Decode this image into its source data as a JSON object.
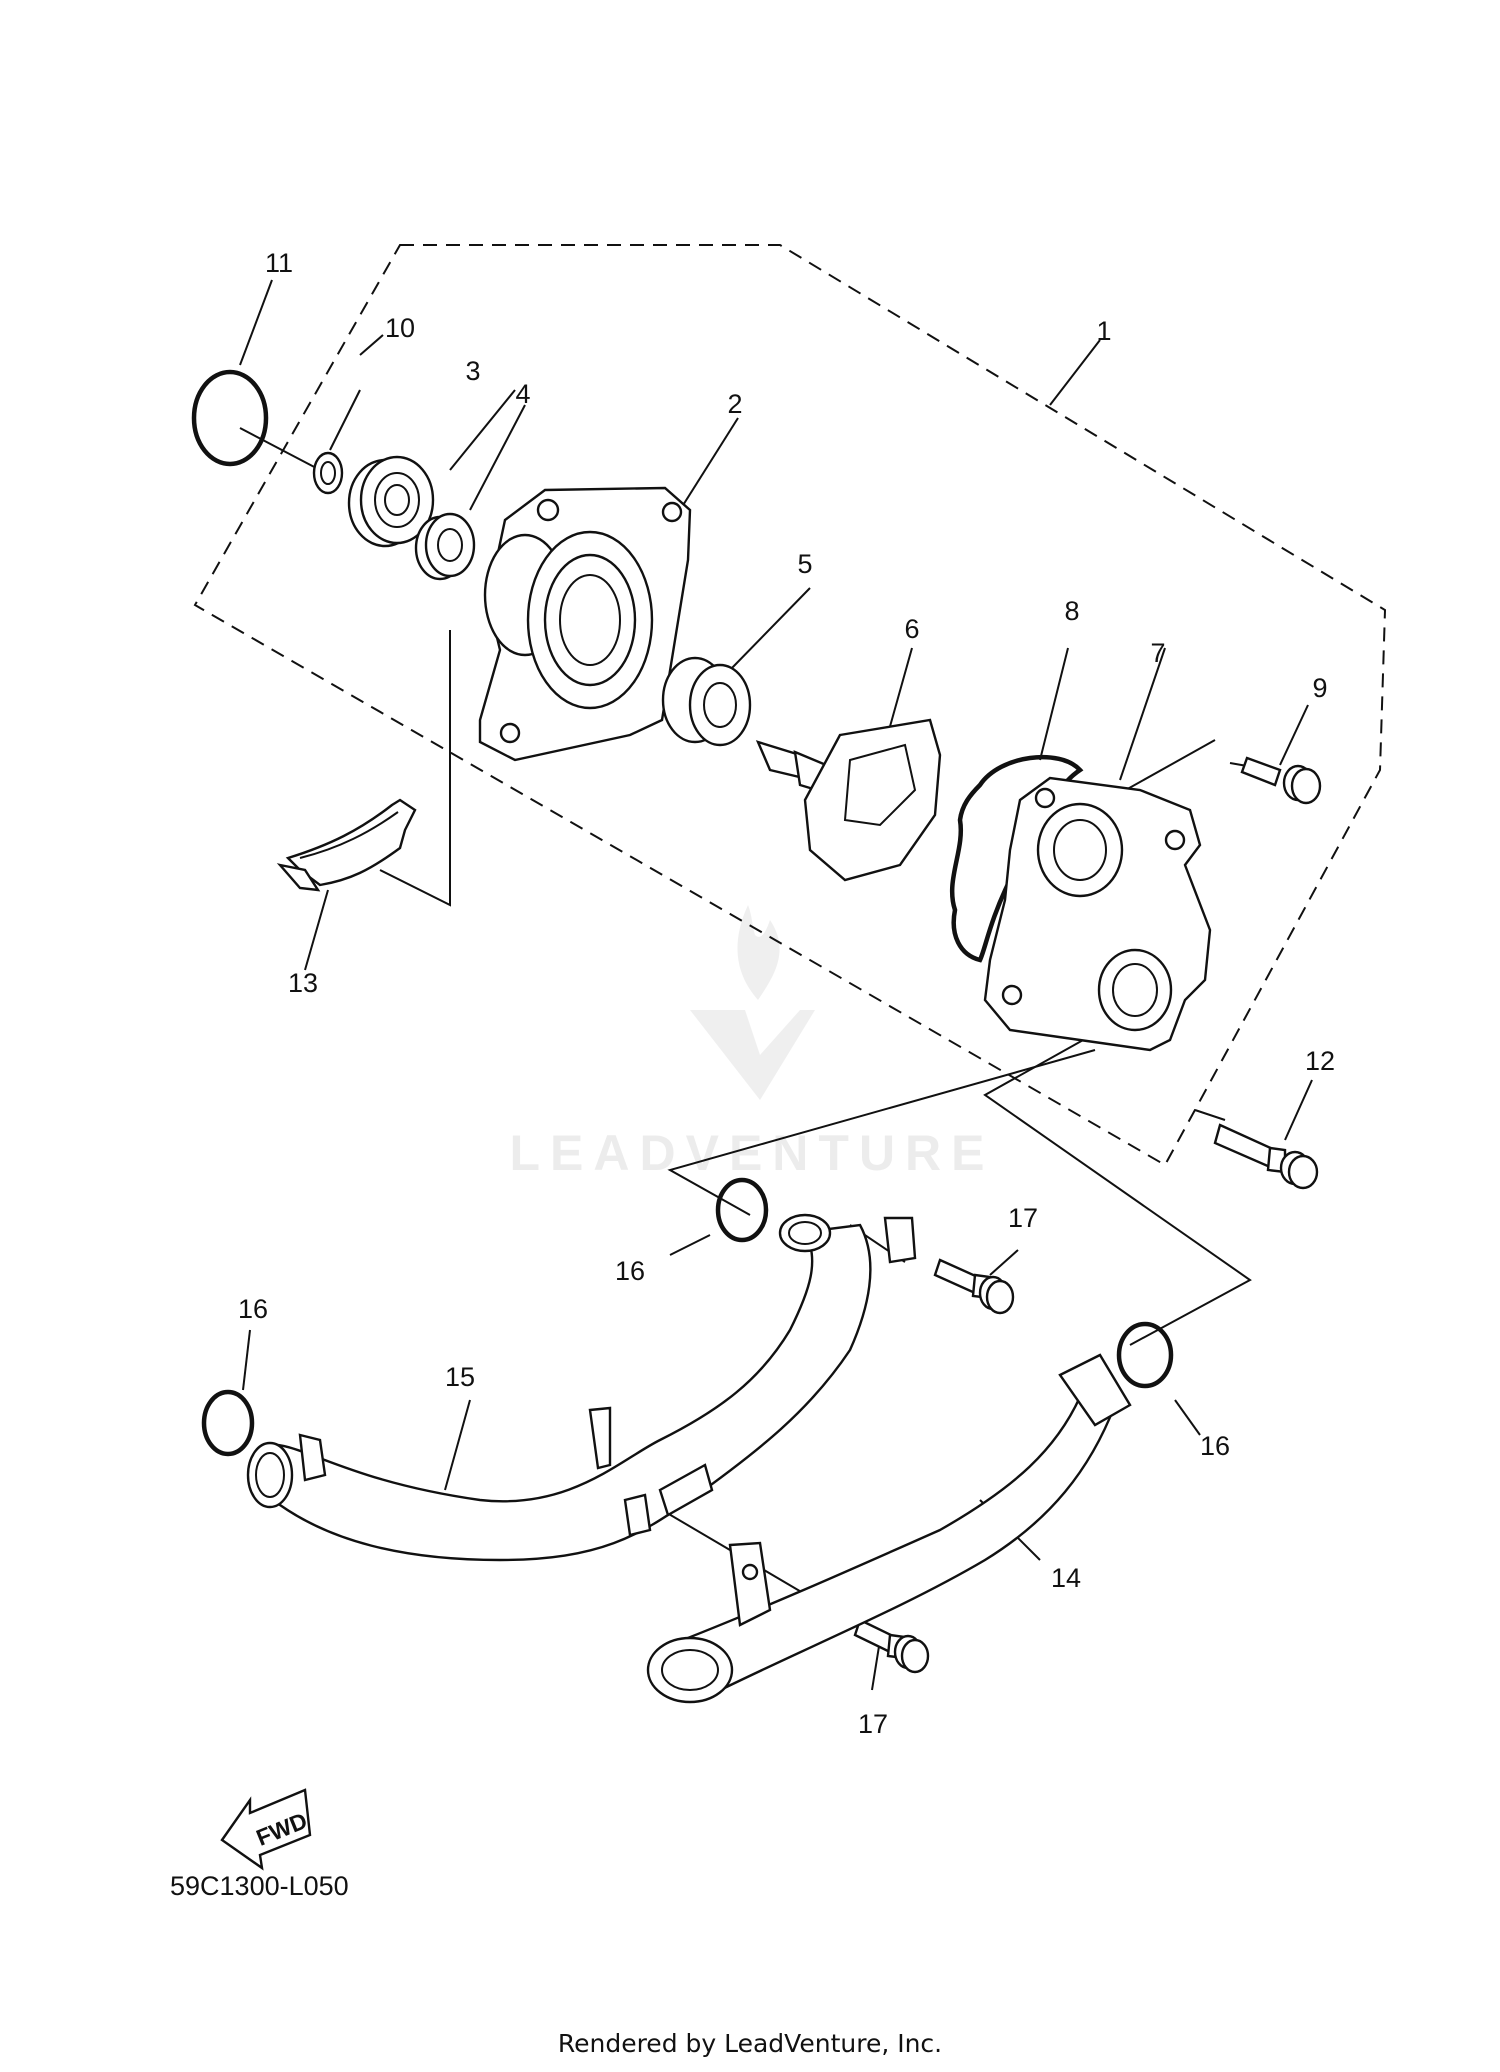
{
  "diagram": {
    "callouts": [
      "1",
      "2",
      "3",
      "4",
      "5",
      "6",
      "7",
      "8",
      "9",
      "10",
      "11",
      "12",
      "13",
      "14",
      "15",
      "16",
      "16",
      "16",
      "17",
      "17"
    ],
    "diagram_code": "59C1300-L050",
    "fwd_label": "FWD",
    "watermark": "LEADVENTURE",
    "footer": "Rendered by LeadVenture, Inc."
  }
}
